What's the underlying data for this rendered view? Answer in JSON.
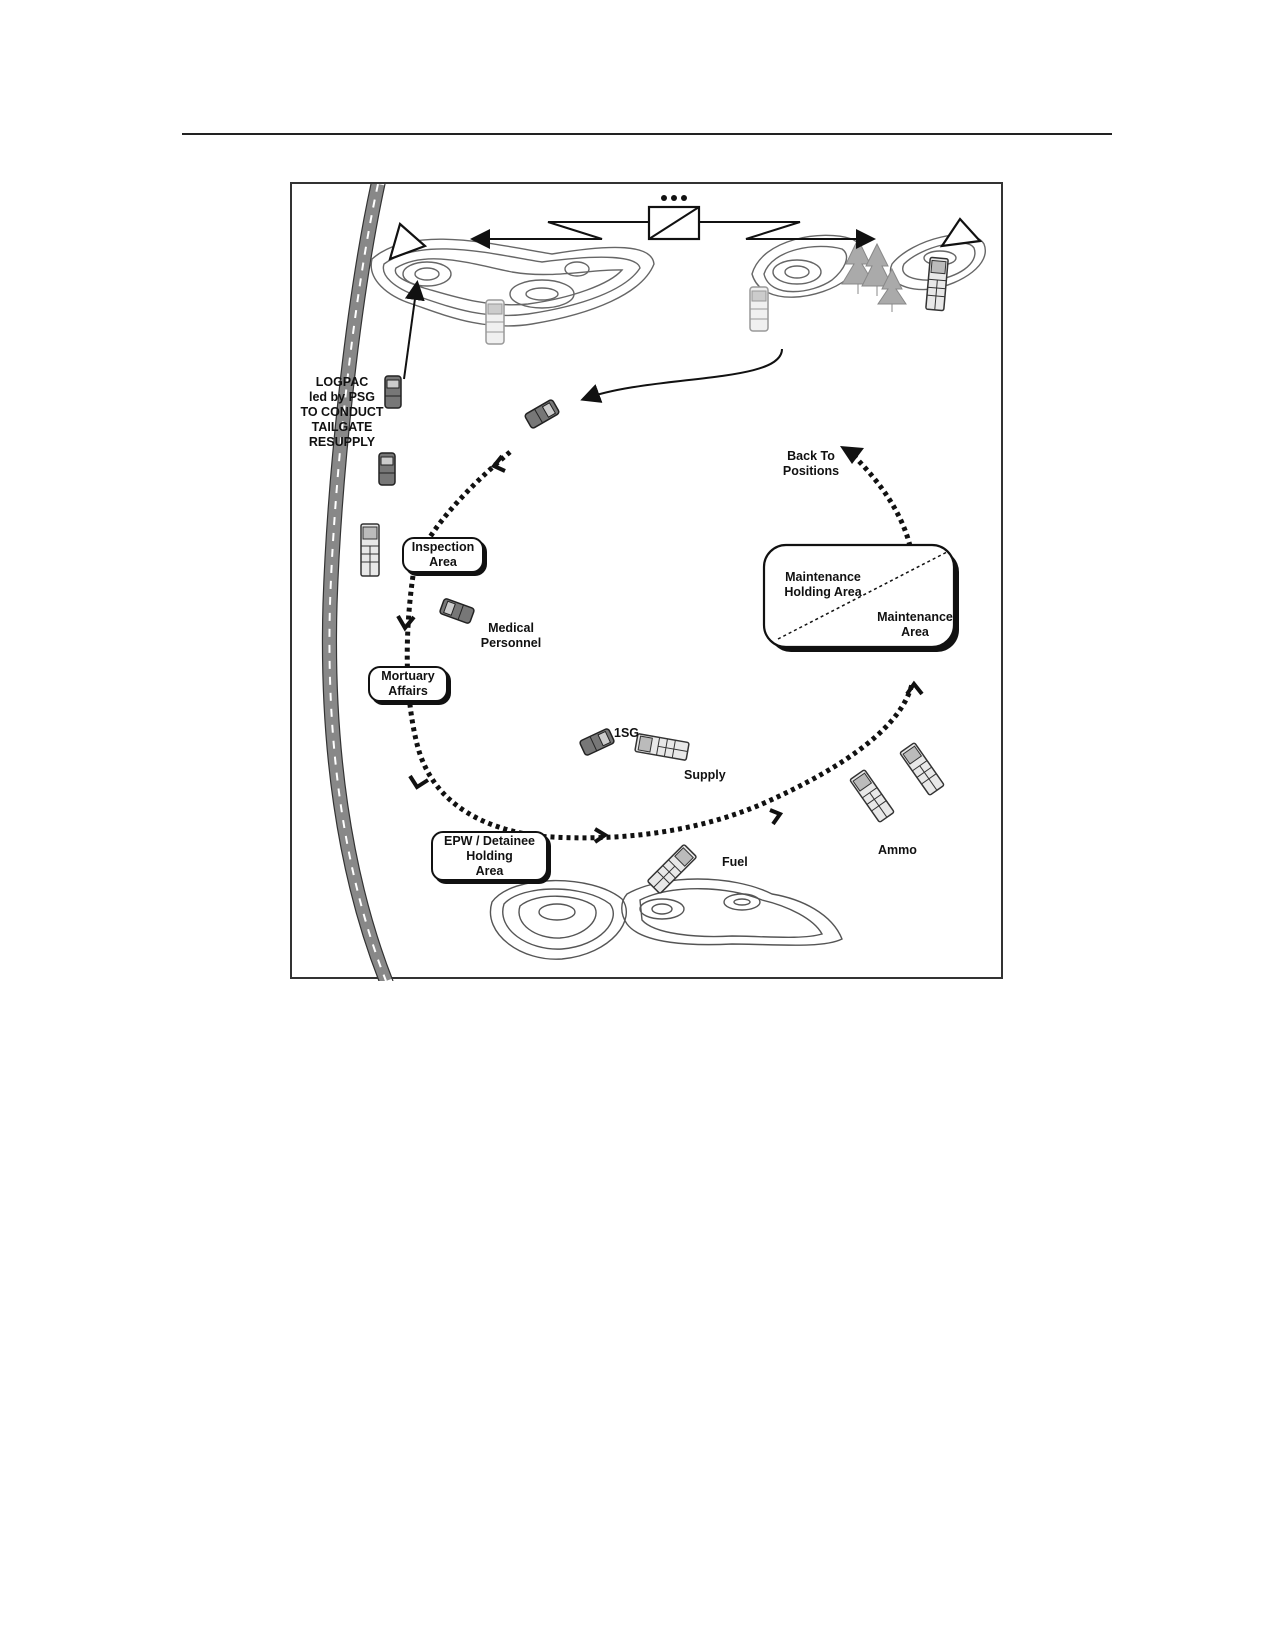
{
  "diagram": {
    "logpac": [
      "LOGPAC",
      "led by PSG",
      "TO CONDUCT",
      "TAILGATE",
      "RESUPPLY"
    ],
    "inspection_area": [
      "Inspection",
      "Area"
    ],
    "medical_personnel": [
      "Medical",
      "Personnel"
    ],
    "mortuary_affairs": [
      "Mortuary",
      "Affairs"
    ],
    "first_sergeant": "1SG",
    "supply": "Supply",
    "epw_area": [
      "EPW / Detainee",
      "Holding",
      "Area"
    ],
    "fuel": "Fuel",
    "ammo": "Ammo",
    "maintenance_holding": [
      "Maintenance",
      "Holding Area"
    ],
    "maintenance_area": [
      "Maintenance",
      "Area"
    ],
    "back_to_positions": [
      "Back To",
      "Positions"
    ]
  }
}
